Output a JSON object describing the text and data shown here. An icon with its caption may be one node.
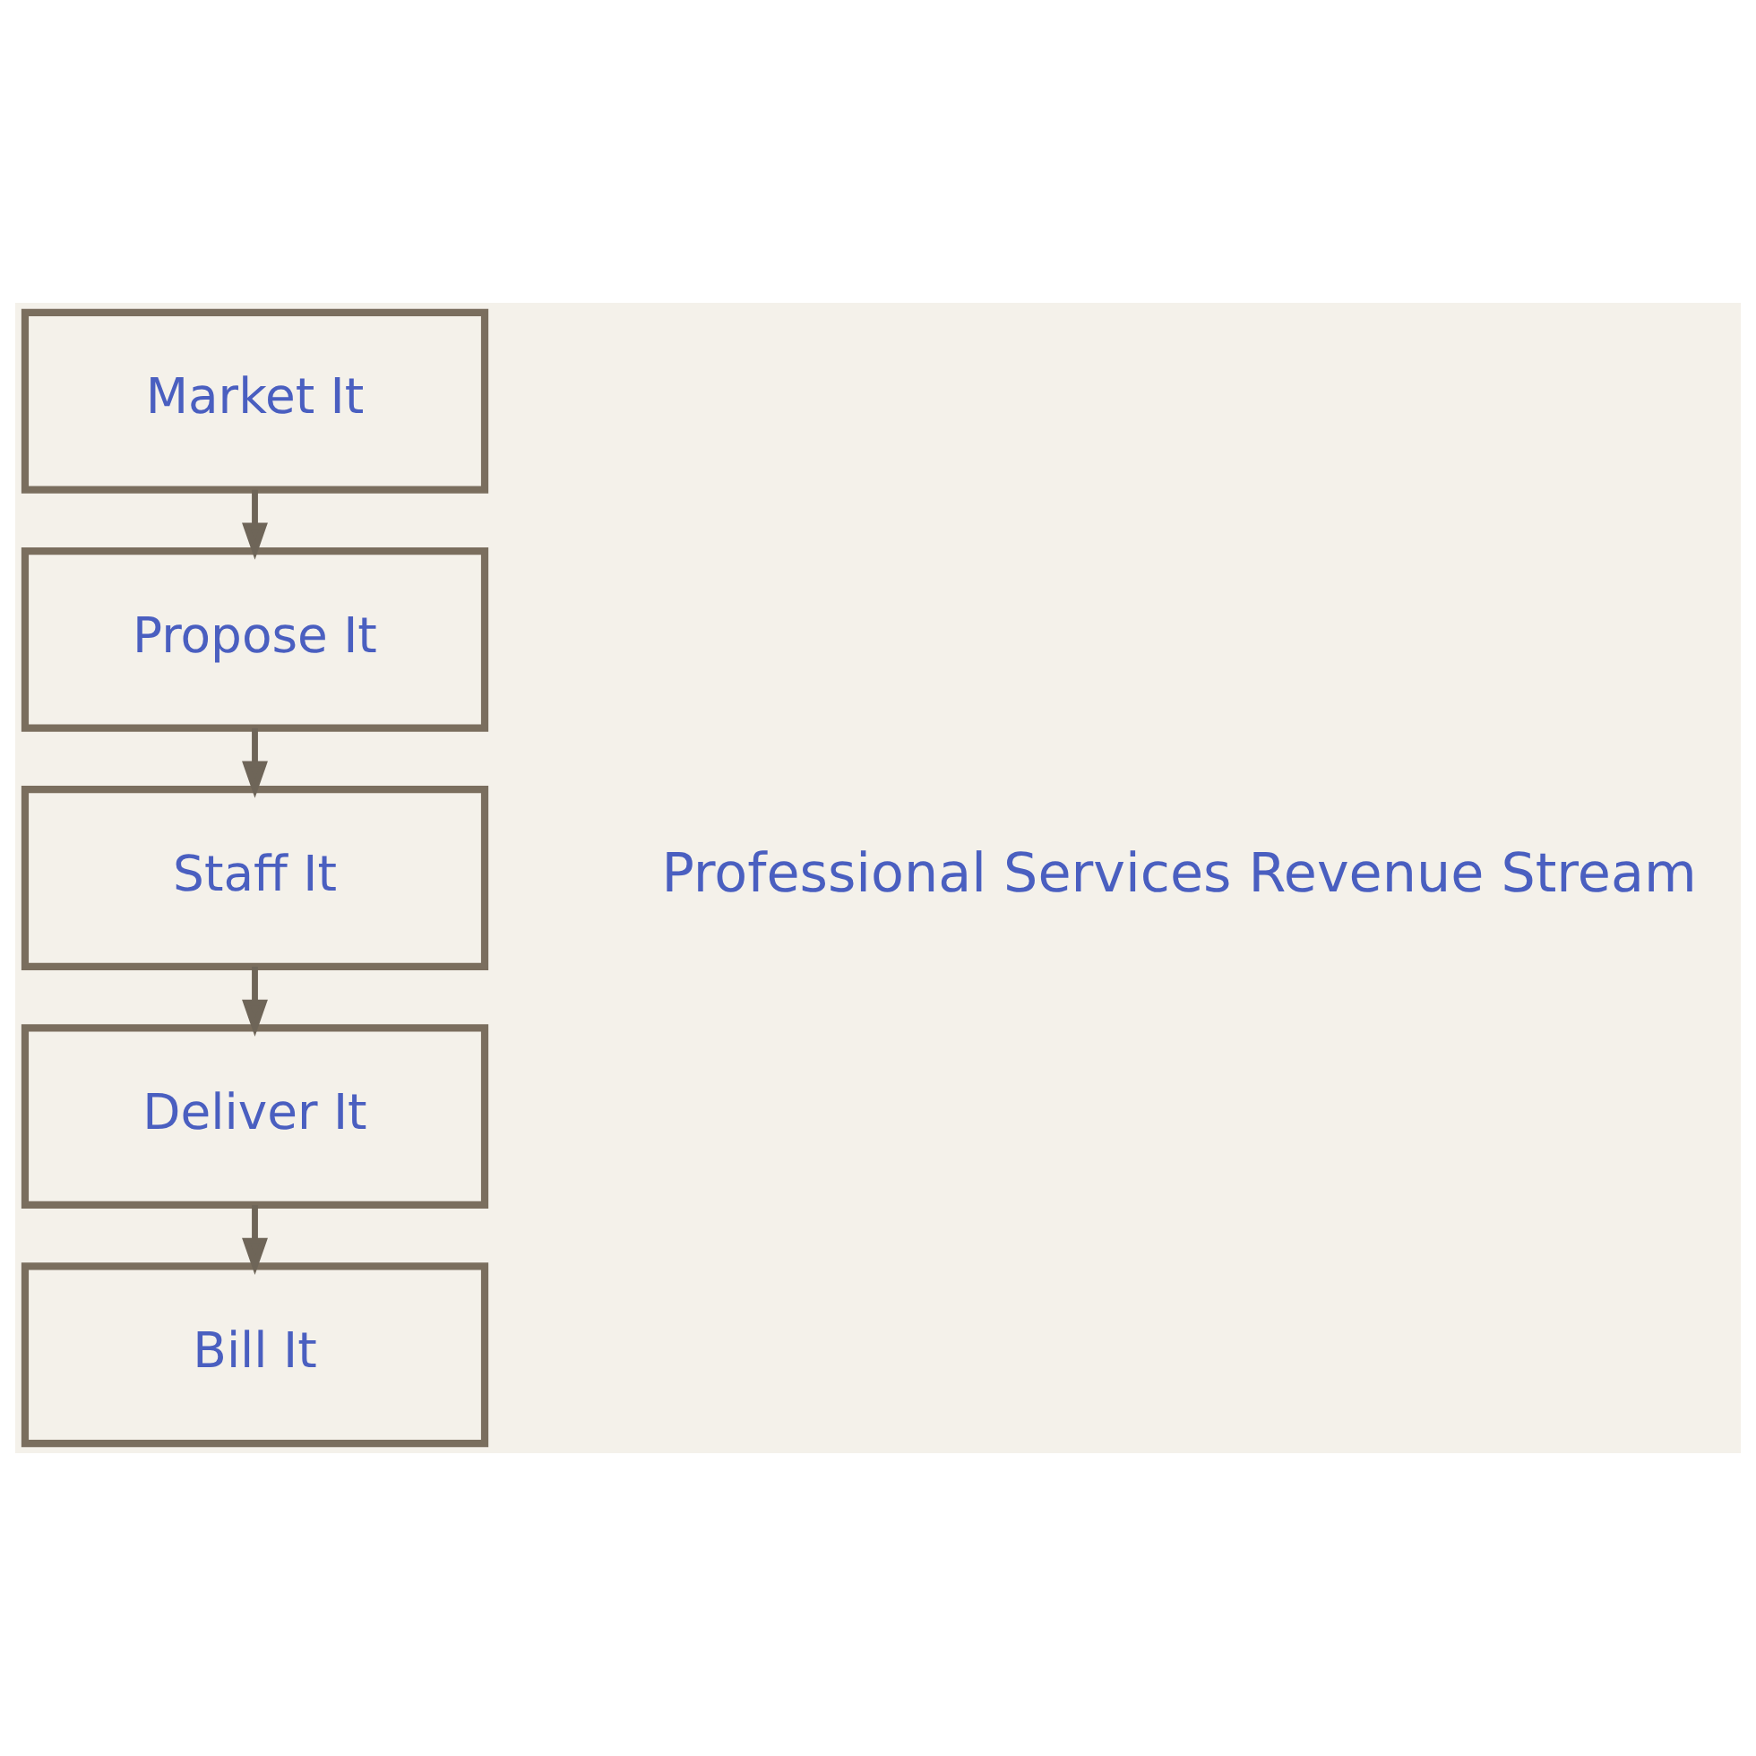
{
  "diagram": {
    "nodes": [
      {
        "text": [
          "Market It"
        ]
      },
      {
        "text": [
          "Propose It"
        ]
      },
      {
        "text": [
          "Staff It"
        ]
      },
      {
        "text": [
          "Deliver It"
        ]
      },
      {
        "text": [
          "Bill It"
        ]
      }
    ],
    "edges": [
      {
        "from": 0,
        "to": 1,
        "arrow": "to"
      },
      {
        "from": 1,
        "to": 2,
        "arrow": "to"
      },
      {
        "from": 2,
        "to": 3,
        "arrow": "to"
      },
      {
        "from": 3,
        "to": 4,
        "arrow": "to"
      }
    ],
    "labels": [
      "Professional Services Revenue Stream"
    ]
  }
}
